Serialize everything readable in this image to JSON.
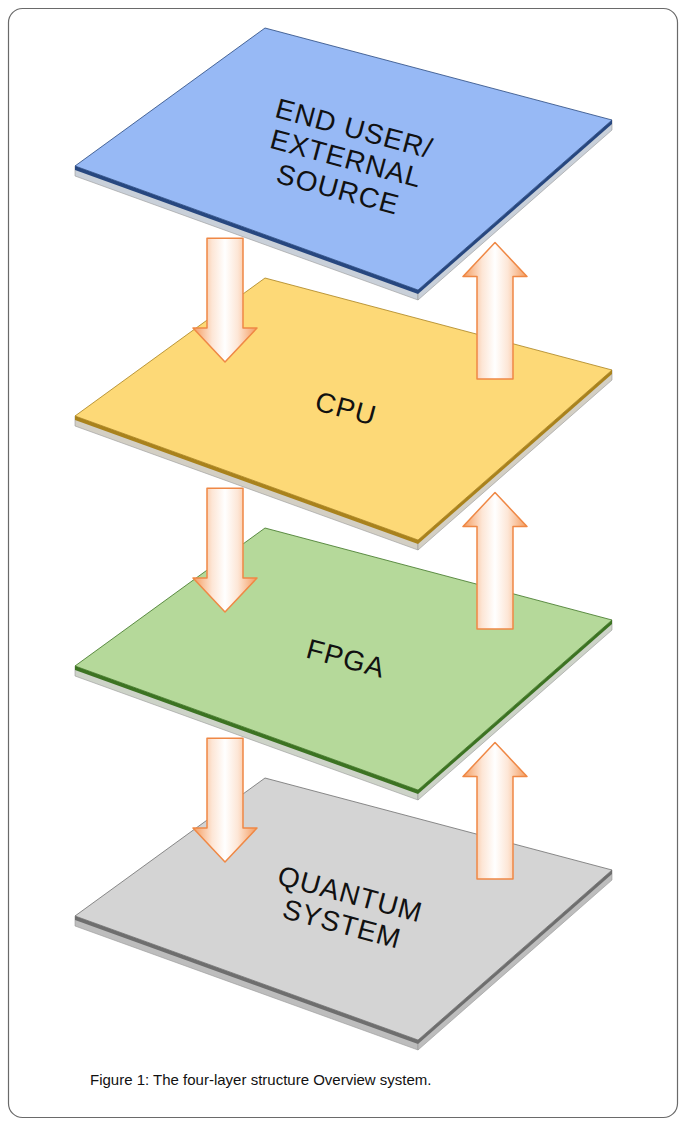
{
  "diagram": {
    "caption": "Figure 1: The four-layer structure Overview system.",
    "nodes": [
      {
        "text": [
          "END USER/ EXTERNAL SOURCE"
        ]
      },
      {
        "text": [
          "CPU"
        ]
      },
      {
        "text": [
          "FPGA"
        ]
      },
      {
        "text": [
          "QUANTUM SYSTEM"
        ]
      }
    ],
    "edges": [
      {
        "from": 0,
        "to": 1,
        "arrow": "to"
      },
      {
        "from": 1,
        "to": 0,
        "arrow": "to"
      },
      {
        "from": 1,
        "to": 2,
        "arrow": "to"
      },
      {
        "from": 2,
        "to": 1,
        "arrow": "to"
      },
      {
        "from": 2,
        "to": 3,
        "arrow": "to"
      },
      {
        "from": 3,
        "to": 2,
        "arrow": "to"
      }
    ]
  }
}
